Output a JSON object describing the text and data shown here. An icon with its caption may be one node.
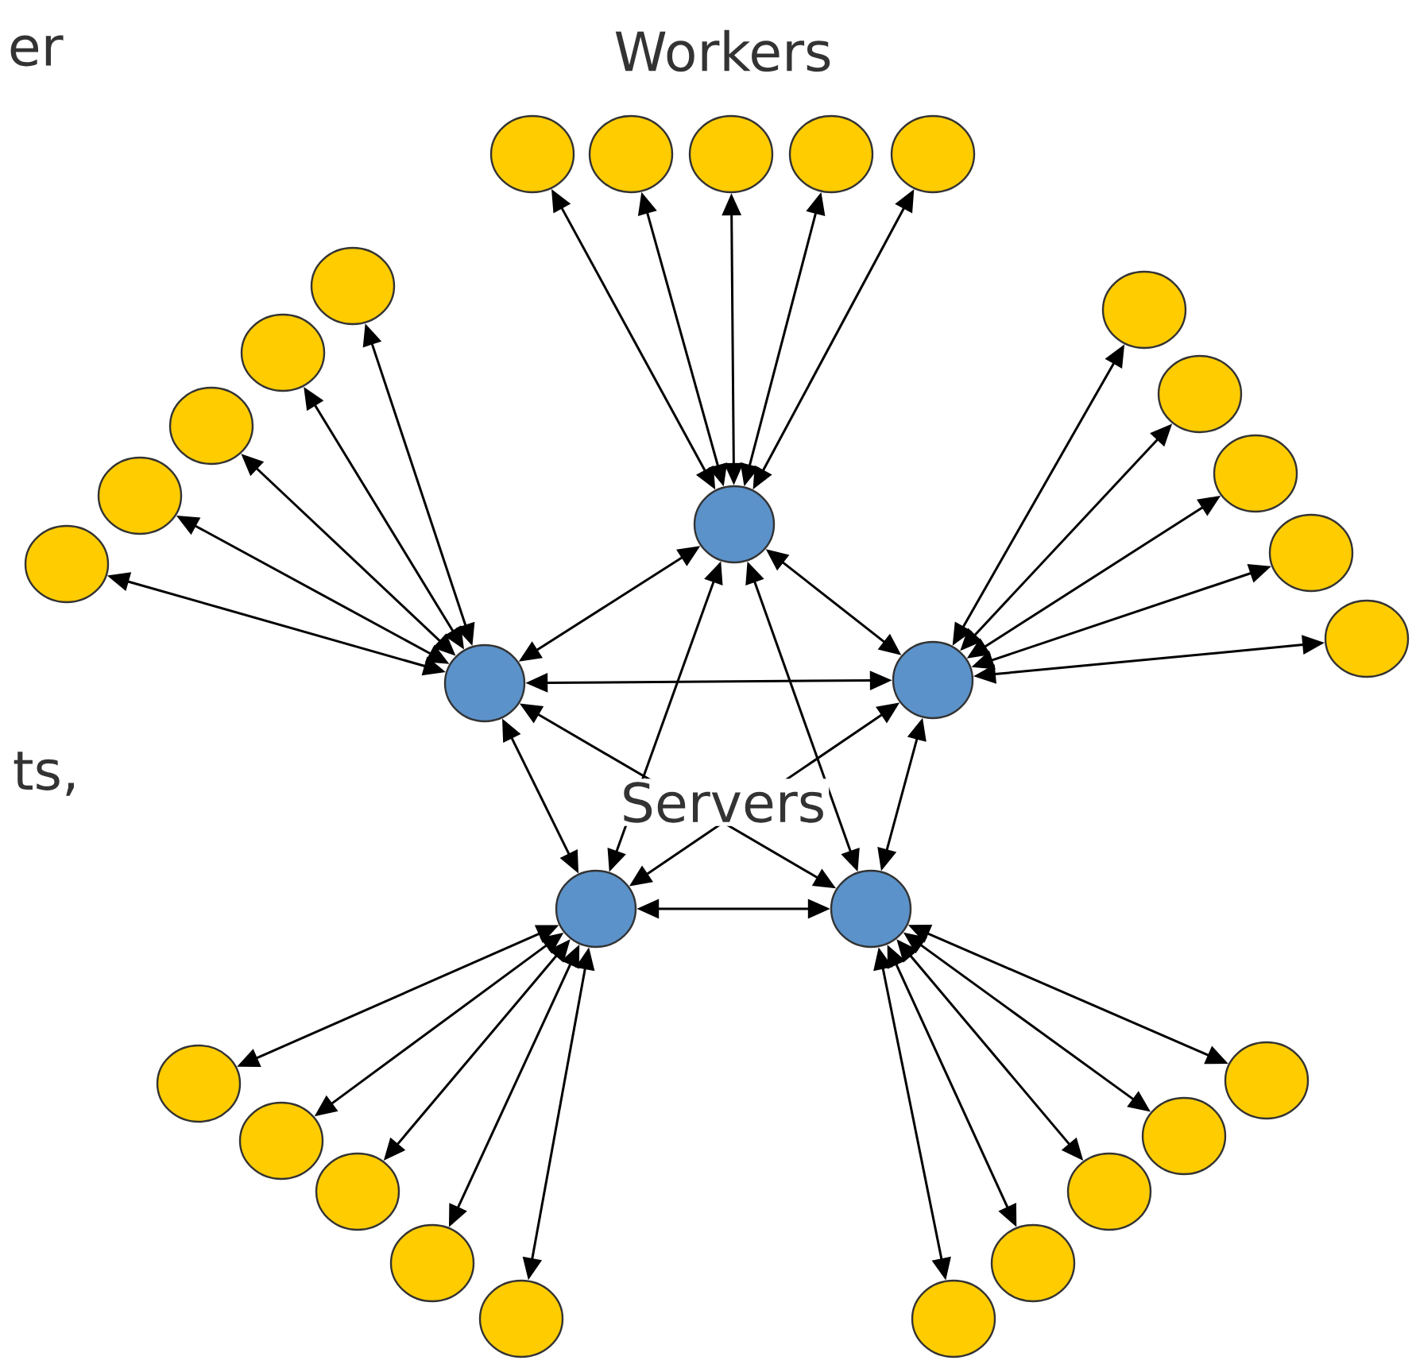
{
  "diagram": {
    "nodes": [
      {
        "text": [],
        "shape": "circle"
      },
      {
        "text": [],
        "shape": "circle"
      },
      {
        "text": [],
        "shape": "circle"
      },
      {
        "text": [],
        "shape": "circle"
      },
      {
        "text": [],
        "shape": "circle"
      },
      {
        "text": [],
        "shape": "circle"
      },
      {
        "text": [],
        "shape": "circle"
      },
      {
        "text": [],
        "shape": "circle"
      },
      {
        "text": [],
        "shape": "circle"
      },
      {
        "text": [],
        "shape": "circle"
      },
      {
        "text": [],
        "shape": "circle"
      },
      {
        "text": [],
        "shape": "circle"
      },
      {
        "text": [],
        "shape": "circle"
      },
      {
        "text": [],
        "shape": "circle"
      },
      {
        "text": [],
        "shape": "circle"
      },
      {
        "text": [],
        "shape": "circle"
      },
      {
        "text": [],
        "shape": "circle"
      },
      {
        "text": [],
        "shape": "circle"
      },
      {
        "text": [],
        "shape": "circle"
      },
      {
        "text": [],
        "shape": "circle"
      },
      {
        "text": [],
        "shape": "circle"
      },
      {
        "text": [],
        "shape": "circle"
      },
      {
        "text": [],
        "shape": "circle"
      },
      {
        "text": [],
        "shape": "circle"
      },
      {
        "text": [],
        "shape": "circle"
      },
      {
        "text": [],
        "shape": "circle"
      },
      {
        "text": [],
        "shape": "circle"
      },
      {
        "text": [],
        "shape": "circle"
      },
      {
        "text": [],
        "shape": "circle"
      },
      {
        "text": [],
        "shape": "circle"
      }
    ],
    "edges": [
      {
        "from": 0,
        "to": 1,
        "arrow": "both"
      },
      {
        "from": 0,
        "to": 2,
        "arrow": "both"
      },
      {
        "from": 0,
        "to": 3,
        "arrow": "both"
      },
      {
        "from": 0,
        "to": 4,
        "arrow": "both"
      },
      {
        "from": 1,
        "to": 2,
        "arrow": "both"
      },
      {
        "from": 1,
        "to": 3,
        "arrow": "both"
      },
      {
        "from": 1,
        "to": 4,
        "arrow": "both"
      },
      {
        "from": 2,
        "to": 3,
        "arrow": "both"
      },
      {
        "from": 2,
        "to": 4,
        "arrow": "both"
      },
      {
        "from": 3,
        "to": 4,
        "arrow": "both"
      },
      {
        "from": 0,
        "to": 5,
        "arrow": "both"
      },
      {
        "from": 0,
        "to": 6,
        "arrow": "both"
      },
      {
        "from": 0,
        "to": 7,
        "arrow": "both"
      },
      {
        "from": 0,
        "to": 8,
        "arrow": "both"
      },
      {
        "from": 0,
        "to": 9,
        "arrow": "both"
      },
      {
        "from": 1,
        "to": 10,
        "arrow": "both"
      },
      {
        "from": 1,
        "to": 11,
        "arrow": "both"
      },
      {
        "from": 1,
        "to": 12,
        "arrow": "both"
      },
      {
        "from": 1,
        "to": 13,
        "arrow": "both"
      },
      {
        "from": 1,
        "to": 14,
        "arrow": "both"
      },
      {
        "from": 2,
        "to": 15,
        "arrow": "both"
      },
      {
        "from": 2,
        "to": 16,
        "arrow": "both"
      },
      {
        "from": 2,
        "to": 17,
        "arrow": "both"
      },
      {
        "from": 2,
        "to": 18,
        "arrow": "both"
      },
      {
        "from": 2,
        "to": 19,
        "arrow": "both"
      },
      {
        "from": 3,
        "to": 20,
        "arrow": "both"
      },
      {
        "from": 3,
        "to": 21,
        "arrow": "both"
      },
      {
        "from": 3,
        "to": 22,
        "arrow": "both"
      },
      {
        "from": 3,
        "to": 23,
        "arrow": "both"
      },
      {
        "from": 3,
        "to": 24,
        "arrow": "both"
      },
      {
        "from": 4,
        "to": 25,
        "arrow": "both"
      },
      {
        "from": 4,
        "to": 26,
        "arrow": "both"
      },
      {
        "from": 4,
        "to": 27,
        "arrow": "both"
      },
      {
        "from": 4,
        "to": 28,
        "arrow": "both"
      },
      {
        "from": 4,
        "to": 29,
        "arrow": "both"
      }
    ],
    "labels": [
      "er",
      "Workers",
      "ts,",
      "Servers"
    ]
  }
}
